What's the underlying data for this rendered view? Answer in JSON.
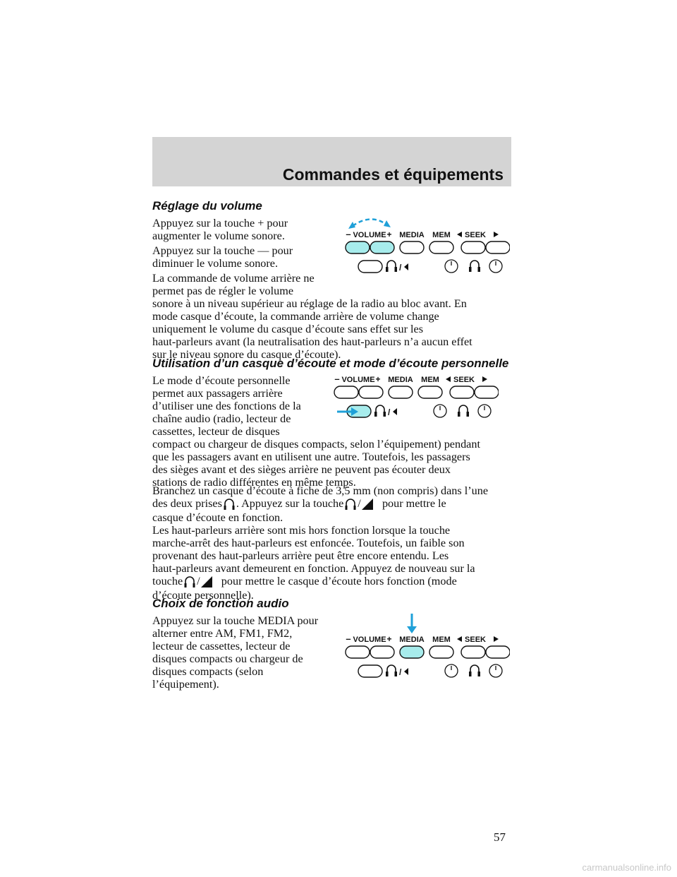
{
  "header": {
    "title": "Commandes et équipements"
  },
  "sections": [
    {
      "heading": "Réglage du volume",
      "paragraphs": [
        [
          "Appuyez sur la touche + pour",
          "augmenter le volume sonore."
        ],
        [
          "Appuyez sur la touche — pour",
          "diminuer le volume sonore."
        ],
        [
          "La commande de volume arrière ne",
          "permet pas de régler le volume",
          "sonore à un niveau supérieur au réglage de la radio au bloc avant. En",
          "mode casque d’écoute, la commande arrière de volume change",
          "uniquement le volume du casque d’écoute sans effet sur les",
          "haut-parleurs avant (la neutralisation des haut-parleurs n’a aucun effet",
          "sur le niveau sonore du casque d’écoute)."
        ]
      ]
    },
    {
      "heading": "Utilisation d’un casque d’écoute et mode d’écoute personnelle",
      "paragraphs": [
        [
          "Le mode d’écoute personnelle",
          "permet aux passagers arrière",
          "d’utiliser une des fonctions de la",
          "chaîne audio (radio, lecteur de",
          "cassettes, lecteur de disques",
          "compact ou chargeur de disques compacts, selon l’équipement) pendant",
          "que les passagers avant en utilisent une autre. Toutefois, les passagers",
          "des sièges avant et des sièges arrière ne peuvent pas écouter deux",
          "stations de radio différentes en même temps."
        ]
      ],
      "para_plug": {
        "l1": "Branchez un casque d’écoute à fiche de 3,5 mm (non compris) dans l’une",
        "l2a": "des deux prises",
        "l2b": ". Appuyez sur la touche",
        "l2c": "pour mettre le",
        "l3": "casque d’écoute en fonction."
      },
      "para_speakers": {
        "l1": "Les haut-parleurs arrière sont mis hors fonction lorsque la touche",
        "l2": "marche-arrêt des haut-parleurs est enfoncée. Toutefois, un faible son",
        "l3": "provenant des haut-parleurs arrière peut être encore entendu. Les",
        "l4": "haut-parleurs avant demeurent en fonction. Appuyez de nouveau sur la",
        "l5a": "touche",
        "l5b": "pour mettre le casque d’écoute hors fonction (mode",
        "l6": "d’écoute personnelle)."
      }
    },
    {
      "heading": "Choix de fonction audio",
      "paragraphs": [
        [
          "Appuyez sur la touche MEDIA pour",
          "alterner entre AM, FM1, FM2,",
          "lecteur de cassettes, lecteur de",
          "disques compacts ou chargeur de",
          "disques compacts (selon",
          "l’équipement)."
        ]
      ]
    }
  ],
  "panel_labels": {
    "minus": "–",
    "volume": "VOLUME",
    "plus": "+",
    "media": "MEDIA",
    "mem": "MEM",
    "seek": "SEEK"
  },
  "slash": "/",
  "page_number": "57",
  "watermark": "carmanualsonline.info",
  "colors": {
    "highlight": "#a7ecec",
    "arrow": "#1fa0d8",
    "header_bg": "#d4d4d4"
  }
}
